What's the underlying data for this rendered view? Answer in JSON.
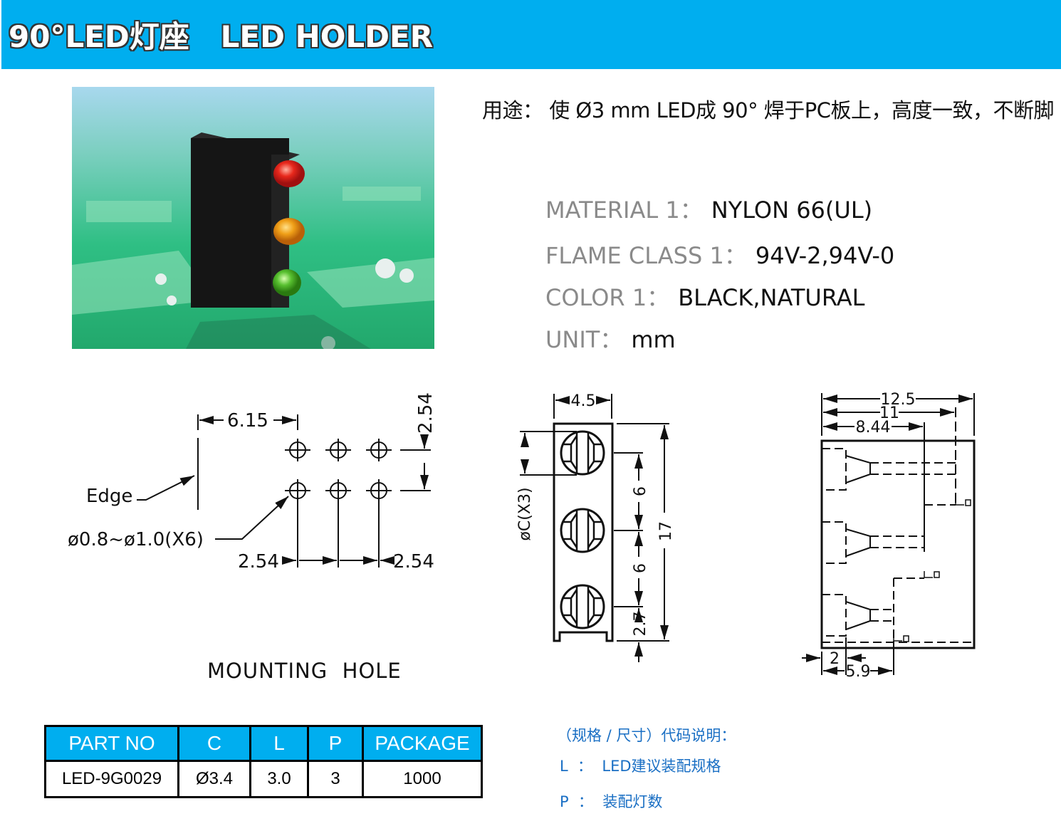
{
  "header": {
    "title": "90°LED灯座   LED HOLDER"
  },
  "usage": "用途：  使 Ø3 mm LED成 90° 焊于PC板上，高度一致，不断脚",
  "specs": [
    {
      "label": "MATERIAL 1：",
      "value": "NYLON 66(UL)"
    },
    {
      "label": "FLAME CLASS 1：",
      "value": "94V-2,94V-0"
    },
    {
      "label": "COLOR 1：",
      "value": "BLACK,NATURAL"
    },
    {
      "label": "UNIT：",
      "value": "mm"
    }
  ],
  "mounting": {
    "title": "MOUNTING  HOLE",
    "edge": "Edge",
    "hole_note": "ø0.8~ø1.0(X6)",
    "dim_edge": "6.15",
    "dim_row": "2.54",
    "dim_left": "2.54",
    "dim_right": "2.54"
  },
  "front_view": {
    "width": "4.5",
    "diameter": "øC(X3)",
    "pitch1": "6",
    "pitch2": "6",
    "bottom": "2.7",
    "height": "17"
  },
  "side_view": {
    "d1": "12.5",
    "d2": "11",
    "d3": "8.44",
    "d4": "2",
    "d5": "5.9"
  },
  "table": {
    "headers": [
      "PART NO",
      "C",
      "L",
      "P",
      "PACKAGE"
    ],
    "rows": [
      [
        "LED-9G0029",
        "Ø3.4",
        "3.0",
        "3",
        "1000"
      ]
    ]
  },
  "notes": {
    "title": "（规格 / 尺寸）代码说明：",
    "l": "L  ：  LED建议装配规格",
    "p": "P  ：  装配灯数"
  },
  "colors": {
    "brand": "#00AEEF",
    "note": "#1a6fc4"
  }
}
